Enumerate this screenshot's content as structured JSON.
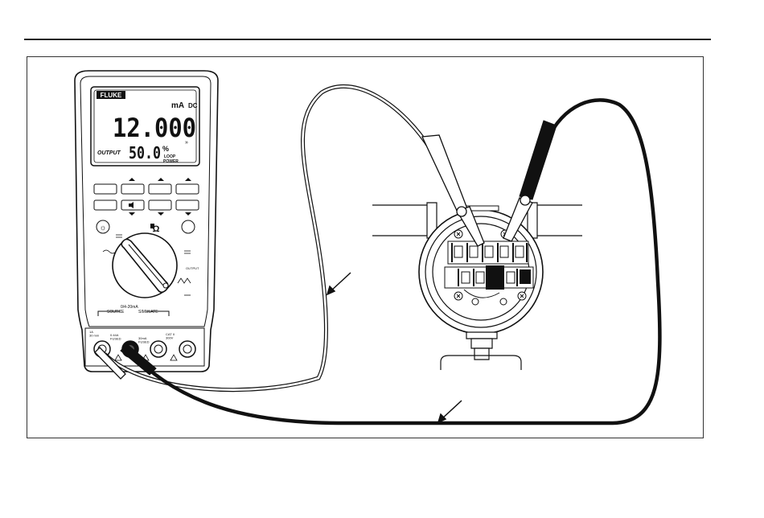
{
  "meter": {
    "brand": "FLUKE",
    "display": {
      "unit": "mA",
      "mode": "DC",
      "main_reading": "12.000",
      "output_label": "OUTPUT",
      "secondary_reading": "50.0",
      "percent": "%",
      "loop": "LOOP",
      "power": "POWER",
      "indicator": "»"
    },
    "dial_labels": {
      "output": "OUTPUT",
      "range": "0/4-20mA",
      "source": "SOURCE",
      "simulate": "SIMULATE"
    },
    "jacks": {
      "j1": "1A\n30 mm",
      "j2": "0.44A\nFUSED",
      "j3": "30mA\nFUSED",
      "j4": "CAT II\n300V"
    },
    "button_glyphs": {
      "backlight": "☼",
      "hold": "◐"
    }
  },
  "colors": {
    "ink": "#111111",
    "lead_black": "#111111",
    "lead_white": "#ffffff",
    "lcd_bg": "#ffffff"
  }
}
